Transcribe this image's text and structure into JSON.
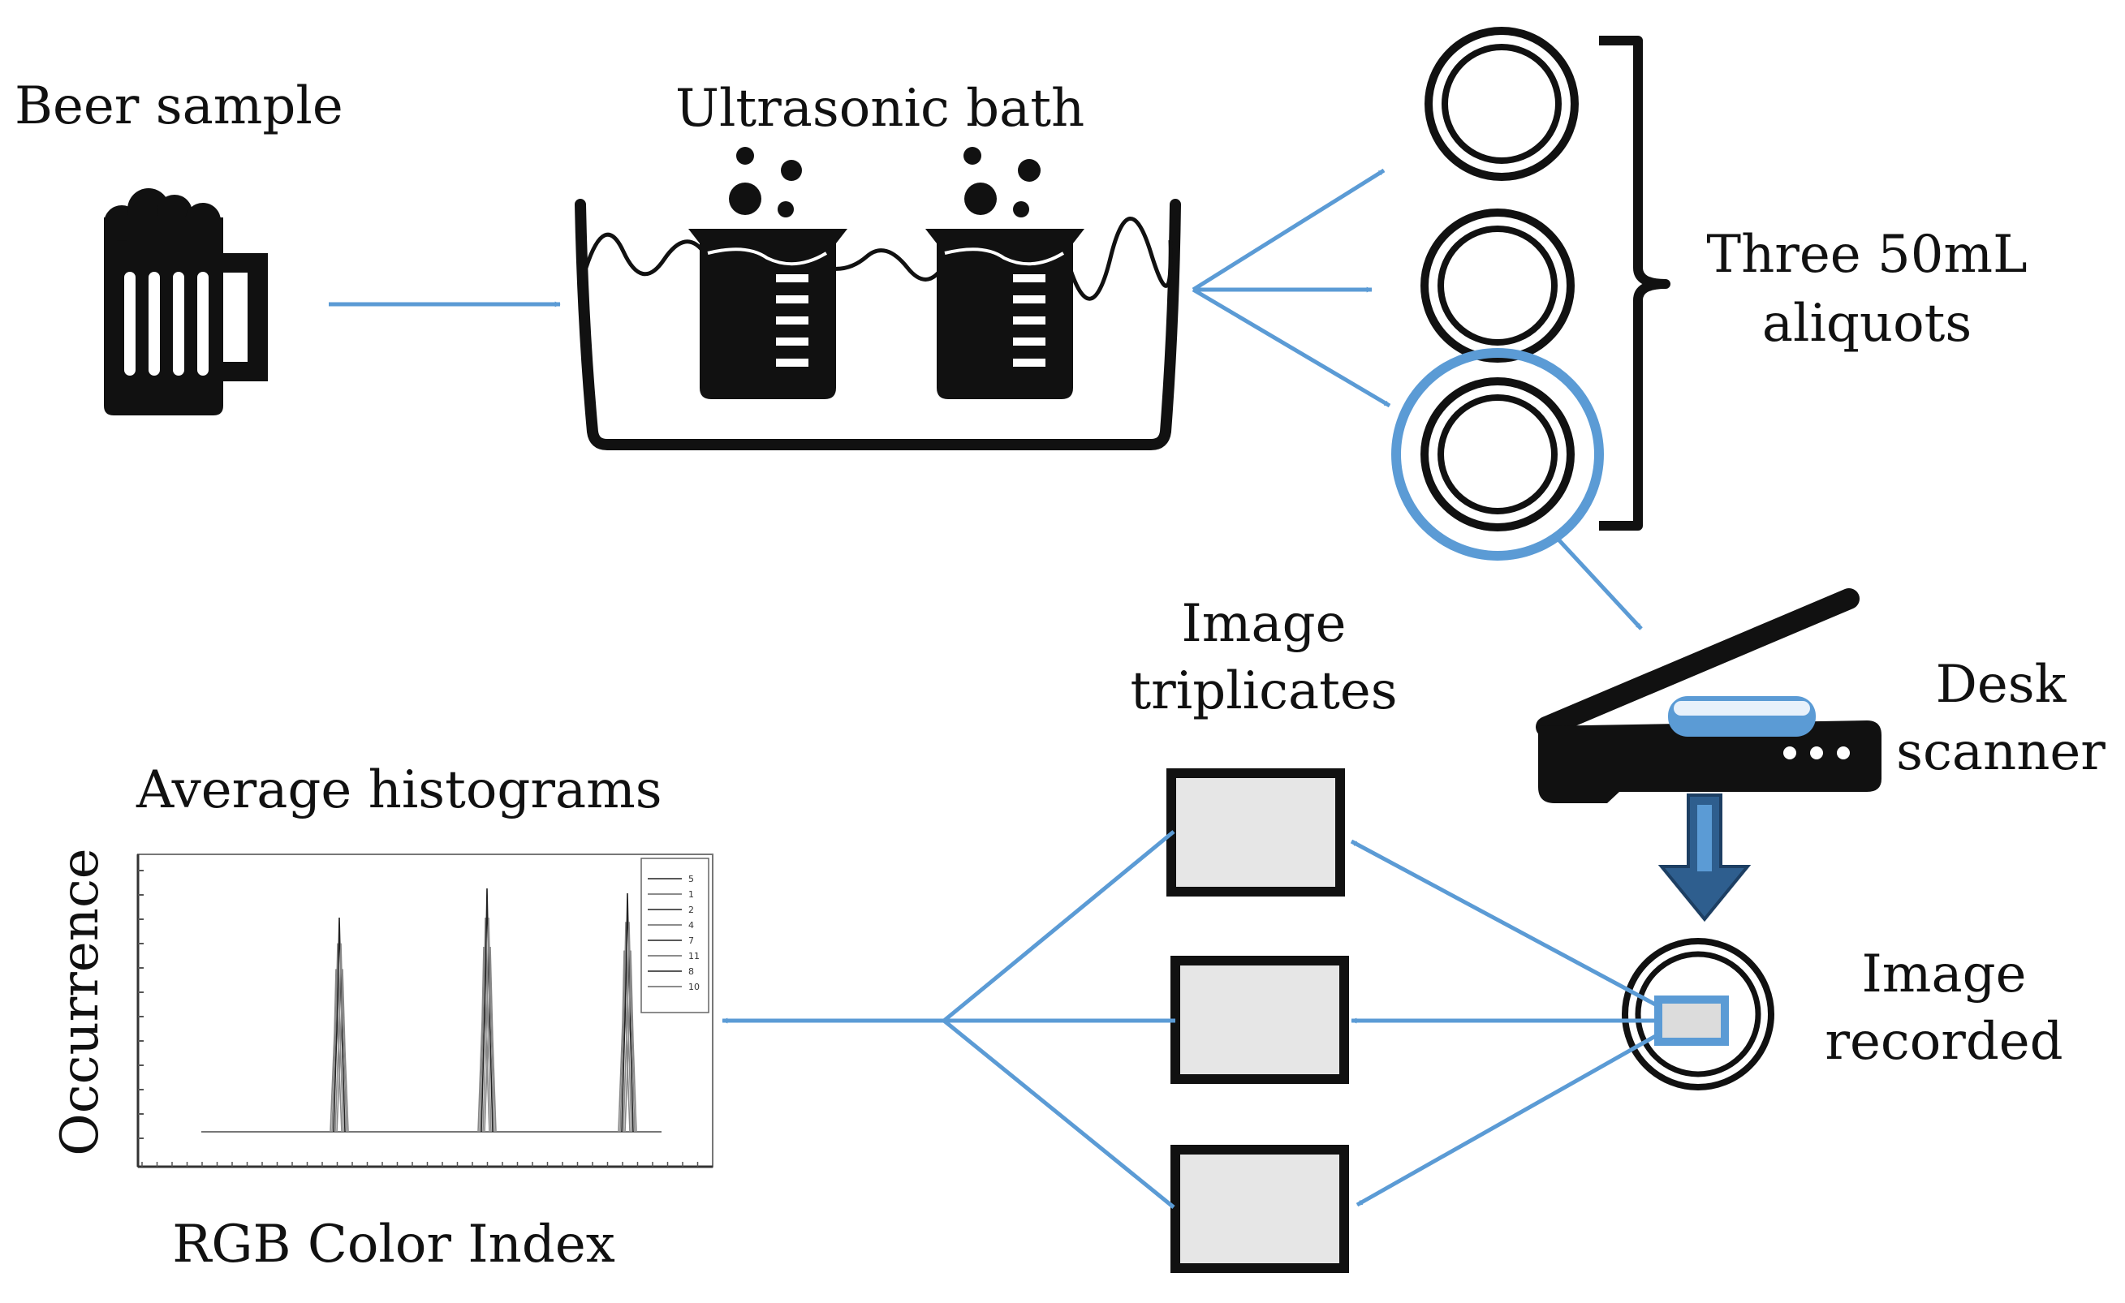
{
  "labels": {
    "beer_sample": "Beer sample",
    "ultrasonic_bath": "Ultrasonic bath",
    "aliquots_line1": "Three 50mL",
    "aliquots_line2": "aliquots",
    "desk_line1": "Desk",
    "desk_line2": "scanner",
    "recorded_line1": "Image",
    "recorded_line2": "recorded",
    "triplicates_line1": "Image",
    "triplicates_line2": "triplicates",
    "histograms": "Average histograms",
    "y_axis": "Occurrence",
    "x_axis": "RGB Color Index"
  },
  "legend_entries": [
    "5",
    "1",
    "2",
    "4",
    "7",
    "11",
    "8",
    "10"
  ],
  "histogram_peaks": [
    0.88,
    1.0,
    0.98
  ],
  "colors": {
    "arrow": "#5b9bd5",
    "dark_arrow": "#2e5e8e",
    "ink": "#111111",
    "image_fill": "#e6e6e6"
  },
  "icons": [
    "beer-mug-icon",
    "ultrasonic-bath-icon",
    "beaker-icon",
    "aliquot-dish-icon",
    "desk-scanner-icon",
    "image-frame-icon"
  ]
}
